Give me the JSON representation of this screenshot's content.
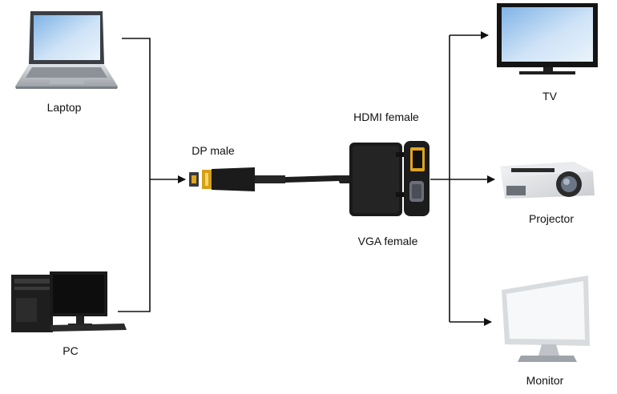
{
  "labels": {
    "laptop": "Laptop",
    "pc": "PC",
    "dp_male": "DP male",
    "hdmi_female": "HDMI female",
    "vga_female": "VGA female",
    "tv": "TV",
    "projector": "Projector",
    "monitor": "Monitor"
  },
  "colors": {
    "line": "#111111",
    "device_dark": "#1e1e1e",
    "device_silver": "#c8ccd2",
    "screen_blue": "#b9d6f2",
    "hdmi_port_accent": "#e0a51f"
  }
}
